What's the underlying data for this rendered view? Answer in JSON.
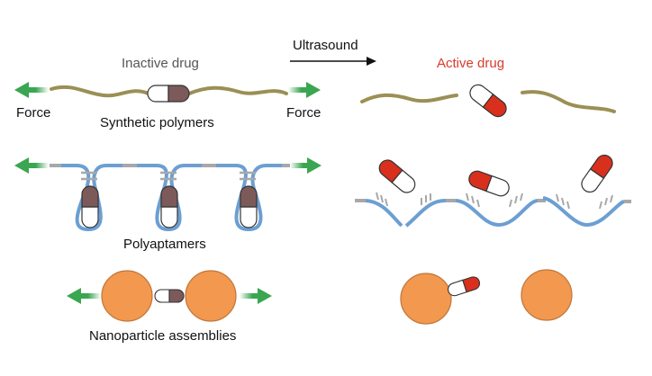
{
  "header": {
    "inactive_label": "Inactive drug",
    "active_label": "Active drug",
    "trigger_label": "Ultrasound"
  },
  "rows": [
    {
      "name": "Synthetic polymers",
      "left_force": "Force",
      "right_force": "Force"
    },
    {
      "name": "Polyaptamers"
    },
    {
      "name": "Nanoparticle assemblies"
    }
  ],
  "colors": {
    "polymer": "#9c8f55",
    "aptamer": "#6c9fd2",
    "aptamer_end": "#a8a8a8",
    "inactive_cap": "#7d5a5a",
    "active_cap": "#d8301d",
    "nanoparticle": "#f2984f",
    "nanoparticle_edge": "#c0763a",
    "force_arrow": "#3aa651",
    "active_text": "#d93a2b",
    "inactive_text": "#555555"
  }
}
